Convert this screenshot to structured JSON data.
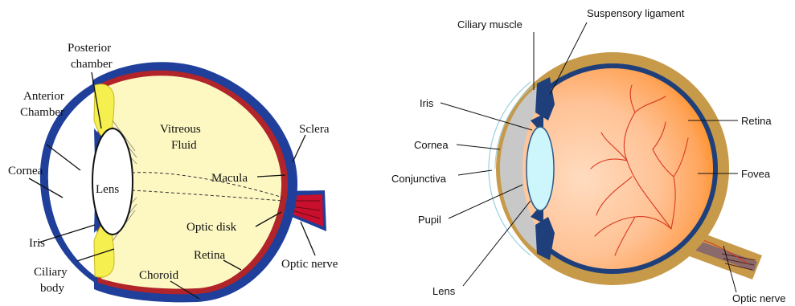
{
  "left_diagram": {
    "labels": {
      "posterior_chamber_1": "Posterior",
      "posterior_chamber_2": "chamber",
      "anterior_chamber_1": "Anterior",
      "anterior_chamber_2": "Chamber",
      "cornea": "Cornea",
      "iris": "Iris",
      "ciliary_body_1": "Ciliary",
      "ciliary_body_2": "body",
      "lens": "Lens",
      "vitreous_1": "Vitreous",
      "vitreous_2": "Fluid",
      "sclera": "Sclera",
      "macula": "Macula",
      "optic_disk": "Optic disk",
      "retina": "Retina",
      "choroid": "Choroid",
      "optic_nerve": "Optic nerve"
    },
    "colors": {
      "sclera": "#1f3f9a",
      "choroid": "#b0242a",
      "vitreous": "#fdf8c2",
      "ciliary": "#f5ef50",
      "nerve": "#c8102e"
    }
  },
  "right_diagram": {
    "labels": {
      "ciliary_muscle": "Ciliary muscle",
      "suspensory_ligament": "Suspensory ligament",
      "iris": "Iris",
      "cornea": "Cornea",
      "conjunctiva": "Conjunctiva",
      "pupil": "Pupil",
      "lens": "Lens",
      "retina": "Retina",
      "fovea": "Fovea",
      "optic_nerve": "Optic nerve"
    },
    "colors": {
      "outer": "#c79a4a",
      "sclera": "#1e3f7a",
      "retina_outer": "#ff7a00",
      "vitreous": "#ffc99a",
      "lens": "#ccf6fb",
      "cornea": "#c8c8c8"
    }
  }
}
